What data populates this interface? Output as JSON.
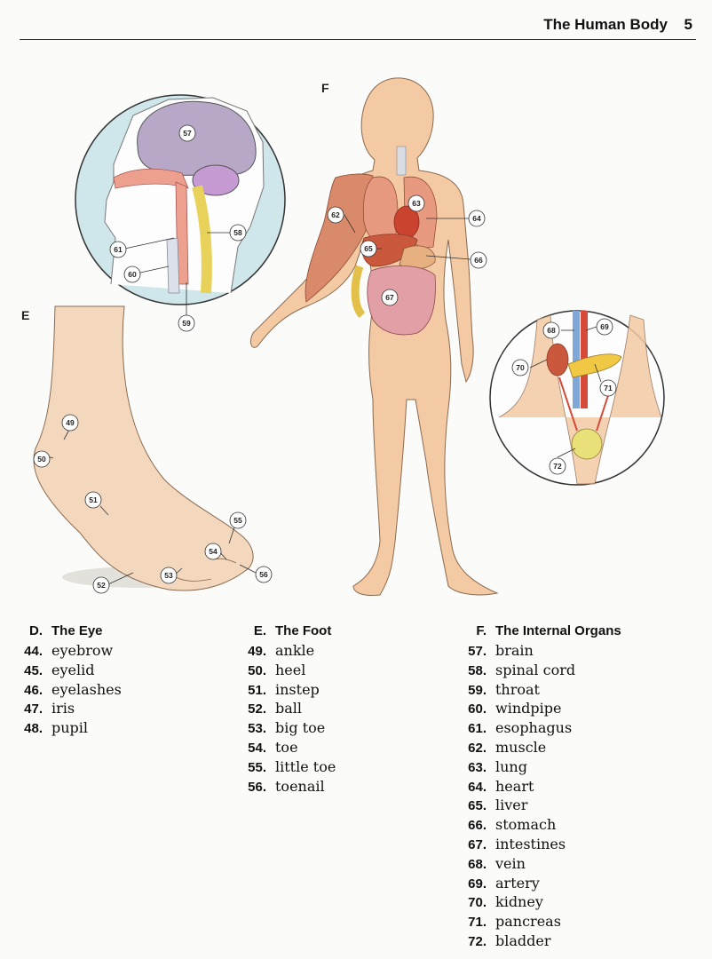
{
  "header": {
    "title": "The Human Body",
    "page": "5"
  },
  "figures": {
    "section_e_letter": "E",
    "section_f_letter": "F",
    "callouts": {
      "n49": "49",
      "n50": "50",
      "n51": "51",
      "n52": "52",
      "n53": "53",
      "n54": "54",
      "n55": "55",
      "n56": "56",
      "n57": "57",
      "n58": "58",
      "n59": "59",
      "n60": "60",
      "n61": "61",
      "n62": "62",
      "n63": "63",
      "n64": "64",
      "n65": "65",
      "n66": "66",
      "n67": "67",
      "n68": "68",
      "n69": "69",
      "n70": "70",
      "n71": "71",
      "n72": "72"
    }
  },
  "sections": [
    {
      "letter": "D.",
      "title": "The Eye",
      "items": [
        {
          "num": "44.",
          "term": "eyebrow"
        },
        {
          "num": "45.",
          "term": "eyelid"
        },
        {
          "num": "46.",
          "term": "eyelashes"
        },
        {
          "num": "47.",
          "term": "iris"
        },
        {
          "num": "48.",
          "term": "pupil"
        }
      ]
    },
    {
      "letter": "E.",
      "title": "The Foot",
      "items": [
        {
          "num": "49.",
          "term": "ankle"
        },
        {
          "num": "50.",
          "term": "heel"
        },
        {
          "num": "51.",
          "term": "instep"
        },
        {
          "num": "52.",
          "term": "ball"
        },
        {
          "num": "53.",
          "term": "big toe"
        },
        {
          "num": "54.",
          "term": "toe"
        },
        {
          "num": "55.",
          "term": "little toe"
        },
        {
          "num": "56.",
          "term": "toenail"
        }
      ]
    },
    {
      "letter": "F.",
      "title": "The Internal Organs",
      "items": [
        {
          "num": "57.",
          "term": "brain"
        },
        {
          "num": "58.",
          "term": "spinal cord"
        },
        {
          "num": "59.",
          "term": "throat"
        },
        {
          "num": "60.",
          "term": "windpipe"
        },
        {
          "num": "61.",
          "term": "esophagus"
        },
        {
          "num": "62.",
          "term": "muscle"
        },
        {
          "num": "63.",
          "term": "lung"
        },
        {
          "num": "64.",
          "term": "heart"
        },
        {
          "num": "65.",
          "term": "liver"
        },
        {
          "num": "66.",
          "term": "stomach"
        },
        {
          "num": "67.",
          "term": "intestines"
        },
        {
          "num": "68.",
          "term": "vein"
        },
        {
          "num": "69.",
          "term": "artery"
        },
        {
          "num": "70.",
          "term": "kidney"
        },
        {
          "num": "71.",
          "term": "pancreas"
        },
        {
          "num": "72.",
          "term": "bladder"
        }
      ]
    }
  ]
}
